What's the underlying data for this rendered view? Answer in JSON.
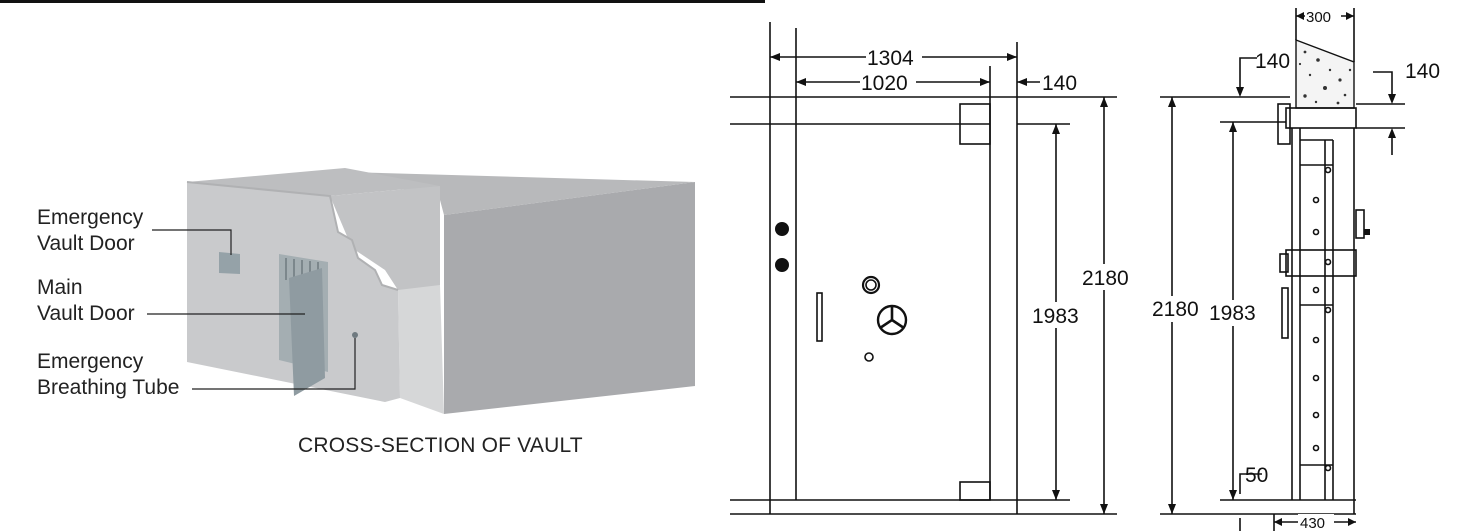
{
  "labels": {
    "emergency_door": [
      "Emergency",
      "Vault Door"
    ],
    "main_door": [
      "Main",
      "Vault Door"
    ],
    "breathing_tube": [
      "Emergency",
      "Breathing Tube"
    ]
  },
  "caption": "CROSS-SECTION OF VAULT",
  "front_dims": {
    "overall_width": "1304",
    "door_width": "1020",
    "frame": "140",
    "overall_height": "2180",
    "door_height": "1983"
  },
  "side_dims": {
    "wall": "300",
    "top_left": "140",
    "top_right": "140",
    "overall_height": "2180",
    "door_height": "1983",
    "bottom": "50",
    "depth": "430"
  },
  "colors": {
    "wall_front": "#c9cacc",
    "wall_side": "#a9aaad",
    "top": "#b5b6b8",
    "door": "#9aa5aa"
  }
}
